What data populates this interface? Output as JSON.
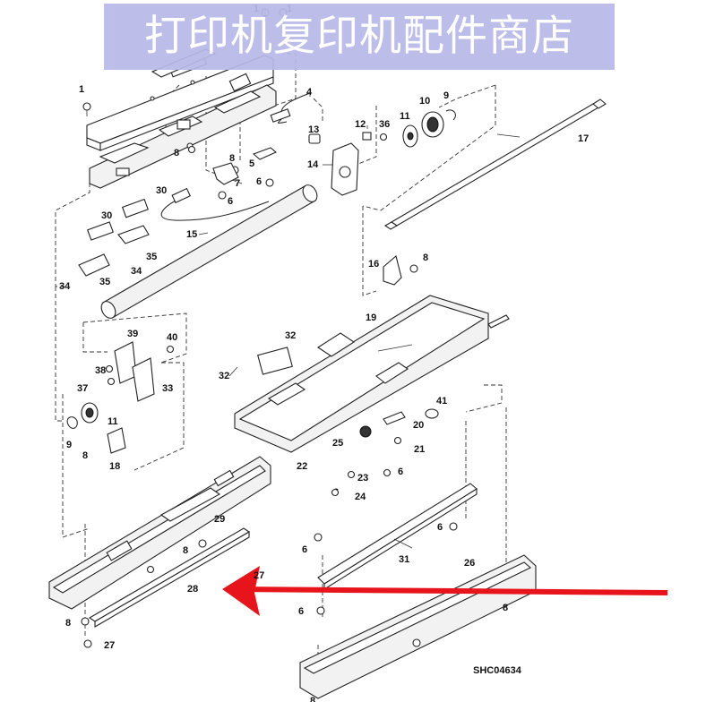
{
  "watermark": "打印机复印机配件商店",
  "diagram_code": "SHC04634",
  "arrow_color": "#e8141c",
  "callouts": [
    "1",
    "1",
    "1",
    "4",
    "9",
    "10",
    "11",
    "12",
    "36",
    "13",
    "14",
    "17",
    "8",
    "5",
    "7",
    "8",
    "6",
    "30",
    "30",
    "6",
    "15",
    "35",
    "34",
    "34",
    "35",
    "16",
    "8",
    "19",
    "39",
    "40",
    "32",
    "32",
    "38",
    "37",
    "33",
    "11",
    "9",
    "8",
    "18",
    "41",
    "20",
    "25",
    "21",
    "22",
    "23",
    "24",
    "6",
    "6",
    "6",
    "29",
    "8",
    "6",
    "31",
    "26",
    "27",
    "28",
    "8",
    "6",
    "8",
    "27",
    "8"
  ]
}
